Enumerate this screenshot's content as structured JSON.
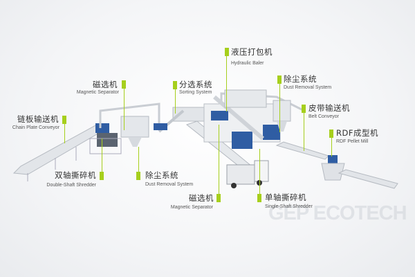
{
  "labels": [
    {
      "id": "hydraulic-baler",
      "zh": "液压打包机",
      "en": "Hydraulic Baler"
    },
    {
      "id": "magnetic-separator-top",
      "zh": "磁选机",
      "en": "Magnetic Separator"
    },
    {
      "id": "sorting-system",
      "zh": "分选系统",
      "en": "Sorting System"
    },
    {
      "id": "dust-removal-top",
      "zh": "除尘系统",
      "en": "Dust Removal System"
    },
    {
      "id": "chain-plate-conveyor",
      "zh": "链板输送机",
      "en": "Chain Plate Conveyor"
    },
    {
      "id": "belt-conveyor",
      "zh": "皮带输送机",
      "en": "Belt Conveyor"
    },
    {
      "id": "rdf-pellet-mill",
      "zh": "RDF成型机",
      "en": "RDF Pellet Mill"
    },
    {
      "id": "double-shaft-shredder",
      "zh": "双轴撕碎机",
      "en": "Double-Shaft  Shredder"
    },
    {
      "id": "dust-removal-bottom",
      "zh": "除尘系统",
      "en": "Dust Removal System"
    },
    {
      "id": "magnetic-separator-bottom",
      "zh": "磁选机",
      "en": "Magnetic Separator"
    },
    {
      "id": "single-shaft-shredder",
      "zh": "单轴撕碎机",
      "en": "Single-Shaft Shredder"
    }
  ],
  "watermark": "GEP ECOTECH",
  "colors": {
    "accent": "#a6cf1c",
    "machine_blue": "#2f5da3",
    "steel": "#d9dde2"
  }
}
